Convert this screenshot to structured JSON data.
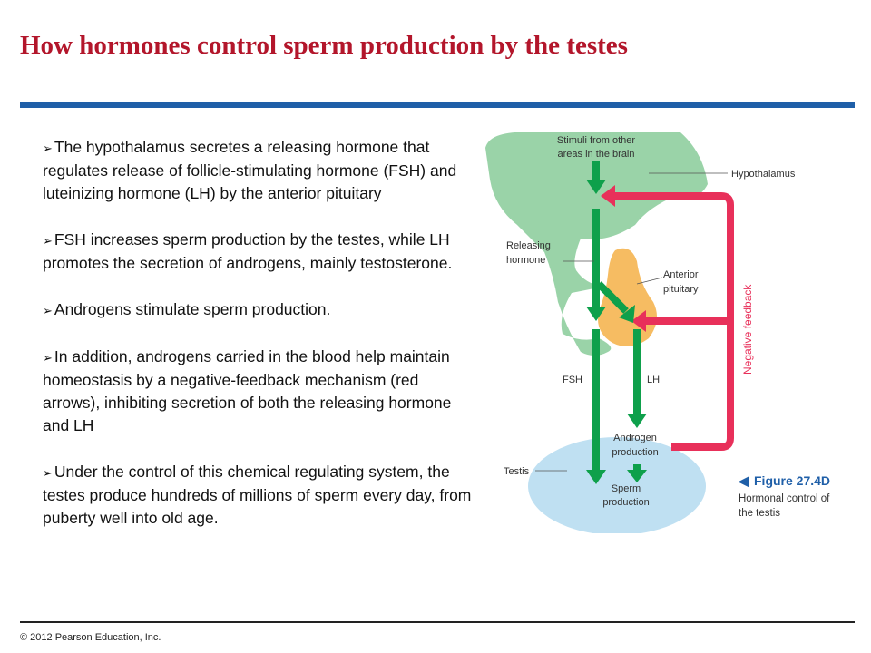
{
  "title": "How hormones control sperm production by the testes",
  "bullets": [
    "The hypothalamus secretes a releasing hormone that regulates release of follicle-stimulating hormone (FSH) and luteinizing hormone (LH) by the anterior pituitary",
    "FSH increases sperm production by the testes, while LH promotes the secretion of androgens, mainly testosterone.",
    "Androgens stimulate sperm production.",
    "In addition, androgens carried in the blood help maintain homeostasis by a negative-feedback mechanism (red arrows), inhibiting secretion of both the releasing hormone and LH",
    "Under the control of this chemical regulating system, the testes produce hundreds of millions of sperm every day, from puberty well into old age."
  ],
  "diagram": {
    "stimuli_line1": "Stimuli from other",
    "stimuli_line2": "areas in the brain",
    "hypothalamus": "Hypothalamus",
    "releasing_line1": "Releasing",
    "releasing_line2": "hormone",
    "anterior_line1": "Anterior",
    "anterior_line2": "pituitary",
    "negative_feedback": "Negative feedback",
    "fsh": "FSH",
    "lh": "LH",
    "androgen_line1": "Androgen",
    "androgen_line2": "production",
    "testis": "Testis",
    "sperm_line1": "Sperm",
    "sperm_line2": "production",
    "figure_marker": "◀",
    "figure_title": "Figure 27.4D",
    "caption_line1": "Hormonal control of",
    "caption_line2": "the testis",
    "colors": {
      "green_arrow": "#0ea04b",
      "red_arrow": "#e8305a",
      "hypothalamus_fill": "#8fce9e",
      "pituitary_fill": "#f5b85a",
      "testis_fill": "#bfe0f2"
    }
  },
  "footer": "© 2012 Pearson Education, Inc."
}
